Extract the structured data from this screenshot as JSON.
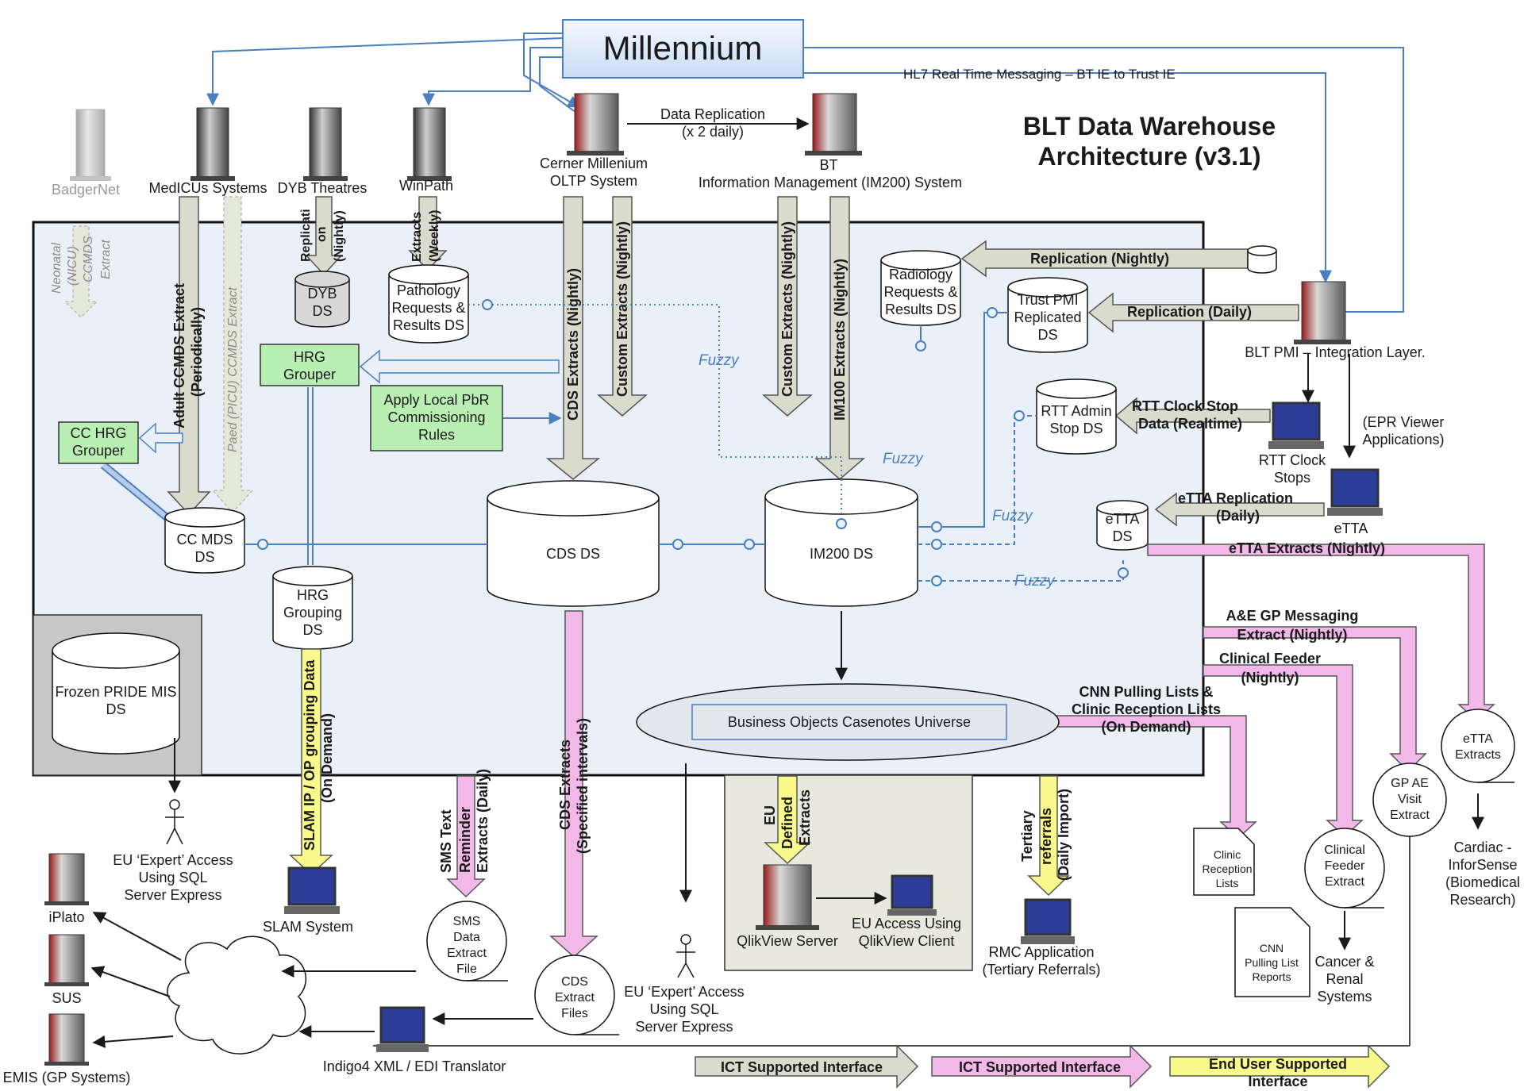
{
  "colors": {
    "dw_background": "#eaf0f8",
    "frozen_background": "#c7c7c7",
    "qlik_background": "#e8e8dc",
    "grey_arrow": "#d9dccd",
    "pink_arrow": "#f2b8e8",
    "yellow_arrow": "#fafa8c",
    "green_box": "#b9efb3",
    "blue_line": "#4a7fc1"
  },
  "header": {
    "millennium": "Millennium",
    "title_line1": "BLT Data Warehouse",
    "title_line2": "Architecture (v3.1)",
    "hl7": "HL7 Real Time Messaging – BT IE to Trust IE"
  },
  "servers": {
    "badgernet": "BadgerNet",
    "medicus": "MedICUs Systems",
    "dyb": "DYB Theatres",
    "winpath": "WinPath",
    "cerner_1": "Cerner Millenium",
    "cerner_2": "OLTP System",
    "bt_1": "BT",
    "bt_2": "Information Management (IM200) System",
    "pmi": "BLT PMI – Integration Layer.",
    "qlik": "QlikView Server",
    "iplato": "iPlato",
    "sus": "SUS",
    "emis": "EMIS (GP Systems)"
  },
  "replication": {
    "line1": "Data Replication",
    "line2": "(x 2 daily)"
  },
  "arrows": {
    "neonatal_1": "Neonatal",
    "neonatal_2": "(NICU)",
    "neonatal_3": "CCMDS",
    "neonatal_4": "Extract",
    "adult_1": "Adult CCMDS Extract",
    "adult_2": "(Periodically)",
    "paed": "Paed (PICU) CCMDS Extract",
    "dyb_1": "Replicati",
    "dyb_2": "on",
    "dyb_3": "(Nightly)",
    "path_1": "Extracts",
    "path_2": "(Weekly)",
    "cds_nightly": "CDS Extracts (Nightly)",
    "custom_1": "Custom Extracts (Nightly)",
    "custom_2": "Custom Extracts (Nightly)",
    "im100": "IM100 Extracts (Nightly)",
    "rep_nightly": "Replication (Nightly)",
    "rep_daily": "Replication (Daily)",
    "rtt_1": "RTT Clock Stop",
    "rtt_2": "Data (Realtime)",
    "etta_rep_1": "eTTA Replication",
    "etta_rep_2": "(Daily)",
    "etta_ext": "eTTA Extracts (Nightly)",
    "ae_1": "A&E GP Messaging",
    "ae_2": "Extract (Nightly)",
    "cf_1": "Clinical Feeder",
    "cf_2": "(Nightly)",
    "cnn_1": "CNN Pulling Lists &",
    "cnn_2": "Clinic Reception Lists",
    "cnn_3": "(On Demand)",
    "slam_1": "SLAM IP / OP grouping Data",
    "slam_2": "(On Demand)",
    "sms_1": "SMS Text",
    "sms_2": "Reminder",
    "sms_3": "Extracts (Daily)",
    "cds_spec_1": "CDS Extracts",
    "cds_spec_2": "(Specified intervals)",
    "eu_1": "EU",
    "eu_2": "Defined",
    "eu_3": "Extracts",
    "tert_1": "Tertiary",
    "tert_2": "referrals",
    "tert_3": "(Daily Import)"
  },
  "datastores": {
    "dyb_1": "DYB",
    "dyb_2": "DS",
    "path_1": "Pathology",
    "path_2": "Requests &",
    "path_3": "Results DS",
    "rad_1": "Radiology",
    "rad_2": "Requests &",
    "rad_3": "Results DS",
    "pmi_1": "Trust PMI",
    "pmi_2": "Replicated",
    "pmi_3": "DS",
    "rtt_1": "RTT Admin",
    "rtt_2": "Stop DS",
    "etta_1": "eTTA",
    "etta_2": "DS",
    "ccmds_1": "CC MDS",
    "ccmds_2": "DS",
    "hrgds_1": "HRG",
    "hrgds_2": "Grouping",
    "hrgds_3": "DS",
    "cds": "CDS DS",
    "im200": "IM200 DS",
    "frozen_1": "Frozen PRIDE MIS",
    "frozen_2": "DS"
  },
  "boxes": {
    "hrg_1": "HRG",
    "hrg_2": "Grouper",
    "cchrg_1": "CC HRG",
    "cchrg_2": "Grouper",
    "pbr_1": "Apply Local PbR",
    "pbr_2": "Commissioning",
    "pbr_3": "Rules",
    "bo": "Business Objects Casenotes Universe"
  },
  "fuzzy": "Fuzzy",
  "outputs": {
    "rtt_1": "RTT Clock",
    "rtt_2": "Stops",
    "epr_1": "(EPR Viewer",
    "epr_2": "Applications)",
    "etta": "eTTA",
    "slam": "SLAM System",
    "eu_sql_1": "EU ‘Expert’ Access",
    "eu_sql_2": "Using SQL",
    "eu_sql_3": "Server Express",
    "eu_qlik_1": "EU Access Using",
    "eu_qlik_2": "QlikView Client",
    "rmc_1": "RMC Application",
    "rmc_2": "(Tertiary Referrals)",
    "indigo": "Indigo4 XML / EDI Translator",
    "cardiac_1": "Cardiac -",
    "cardiac_2": "InforSense",
    "cardiac_3": "(Biomedical",
    "cardiac_4": "Research)",
    "cancer_1": "Cancer &",
    "cancer_2": "Renal",
    "cancer_3": "Systems"
  },
  "files": {
    "sms_1": "SMS",
    "sms_2": "Data",
    "sms_3": "Extract",
    "sms_4": "File",
    "cds_1": "CDS",
    "cds_2": "Extract",
    "cds_3": "Files",
    "etta_1": "eTTA",
    "etta_2": "Extracts",
    "gpae_1": "GP AE",
    "gpae_2": "Visit",
    "gpae_3": "Extract",
    "cfe_1": "Clinical",
    "cfe_2": "Feeder",
    "cfe_3": "Extract",
    "clinic_1": "Clinic",
    "clinic_2": "Reception",
    "clinic_3": "Lists",
    "cnn_1": "CNN",
    "cnn_2": "Pulling List",
    "cnn_3": "Reports"
  },
  "legend": {
    "grey": "ICT Supported Interface",
    "pink": "ICT Supported Interface",
    "yellow_1": "End User Supported",
    "yellow_2": "Interface"
  }
}
